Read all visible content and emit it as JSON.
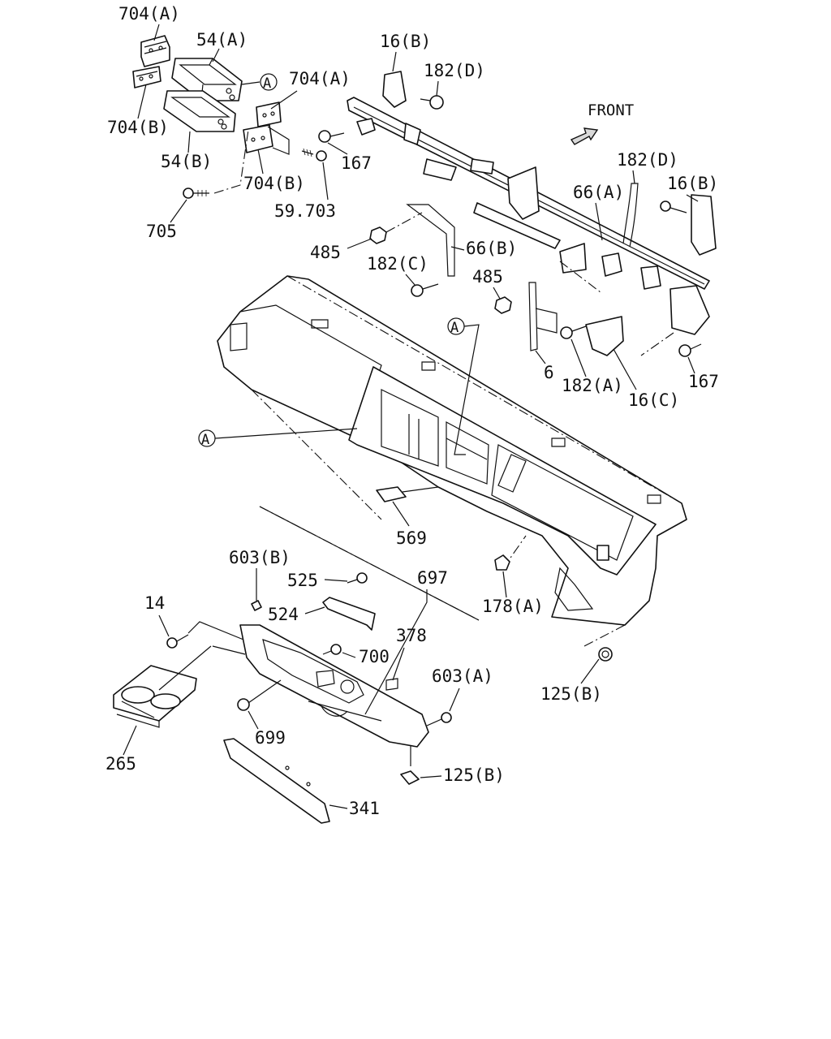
{
  "diagram": {
    "front_label": "FRONT",
    "ref_marker": "A",
    "callouts": [
      {
        "id": "704a-top",
        "text": "704(A)"
      },
      {
        "id": "54a",
        "text": "54(A)"
      },
      {
        "id": "704a-mid",
        "text": "704(A)"
      },
      {
        "id": "704b-left",
        "text": "704(B)"
      },
      {
        "id": "54b",
        "text": "54(B)"
      },
      {
        "id": "704b-mid",
        "text": "704(B)"
      },
      {
        "id": "705",
        "text": "705"
      },
      {
        "id": "59703",
        "text": "59.703"
      },
      {
        "id": "16b-top",
        "text": "16(B)"
      },
      {
        "id": "182d-top",
        "text": "182(D)"
      },
      {
        "id": "167-top",
        "text": "167"
      },
      {
        "id": "182d-right",
        "text": "182(D)"
      },
      {
        "id": "16b-right",
        "text": "16(B)"
      },
      {
        "id": "66a",
        "text": "66(A)"
      },
      {
        "id": "485-left",
        "text": "485"
      },
      {
        "id": "66b",
        "text": "66(B)"
      },
      {
        "id": "182c",
        "text": "182(C)"
      },
      {
        "id": "485-mid",
        "text": "485"
      },
      {
        "id": "6",
        "text": "6"
      },
      {
        "id": "182a",
        "text": "182(A)"
      },
      {
        "id": "16c",
        "text": "16(C)"
      },
      {
        "id": "167-right",
        "text": "167"
      },
      {
        "id": "569",
        "text": "569"
      },
      {
        "id": "603b",
        "text": "603(B)"
      },
      {
        "id": "525",
        "text": "525"
      },
      {
        "id": "697",
        "text": "697"
      },
      {
        "id": "14",
        "text": "14"
      },
      {
        "id": "524",
        "text": "524"
      },
      {
        "id": "378",
        "text": "378"
      },
      {
        "id": "700",
        "text": "700"
      },
      {
        "id": "178a",
        "text": "178(A)"
      },
      {
        "id": "603a",
        "text": "603(A)"
      },
      {
        "id": "125b-right",
        "text": "125(B)"
      },
      {
        "id": "699",
        "text": "699"
      },
      {
        "id": "265",
        "text": "265"
      },
      {
        "id": "125b-bottom",
        "text": "125(B)"
      },
      {
        "id": "341",
        "text": "341"
      }
    ]
  }
}
